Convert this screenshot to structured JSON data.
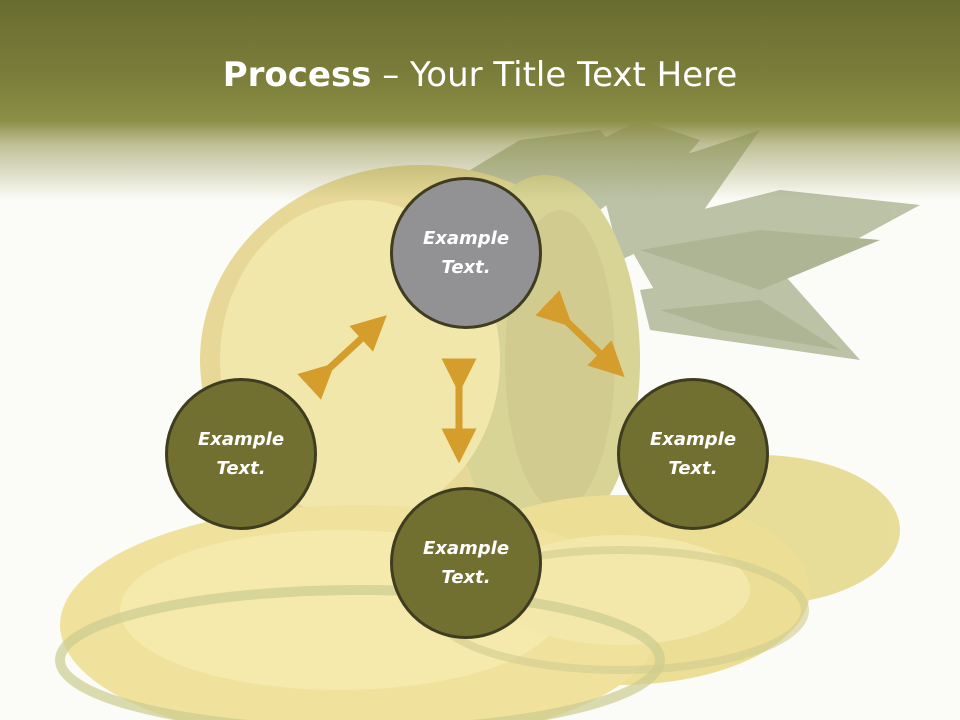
{
  "slide": {
    "title_bold": "Process",
    "title_rest": " – Your Title Text Here",
    "nodes": [
      {
        "line1": "Example",
        "line2": "Text."
      },
      {
        "line1": "Example",
        "line2": "Text."
      },
      {
        "line1": "Example",
        "line2": "Text."
      },
      {
        "line1": "Example",
        "line2": "Text."
      }
    ]
  },
  "colors": {
    "header": "#7c7f3a",
    "node_fill": "#727031",
    "node_fill_active": "#929294",
    "node_border": "#3f3d1f",
    "arrow": "#d49d2c"
  },
  "background_image": "faded-pineapple-photo"
}
